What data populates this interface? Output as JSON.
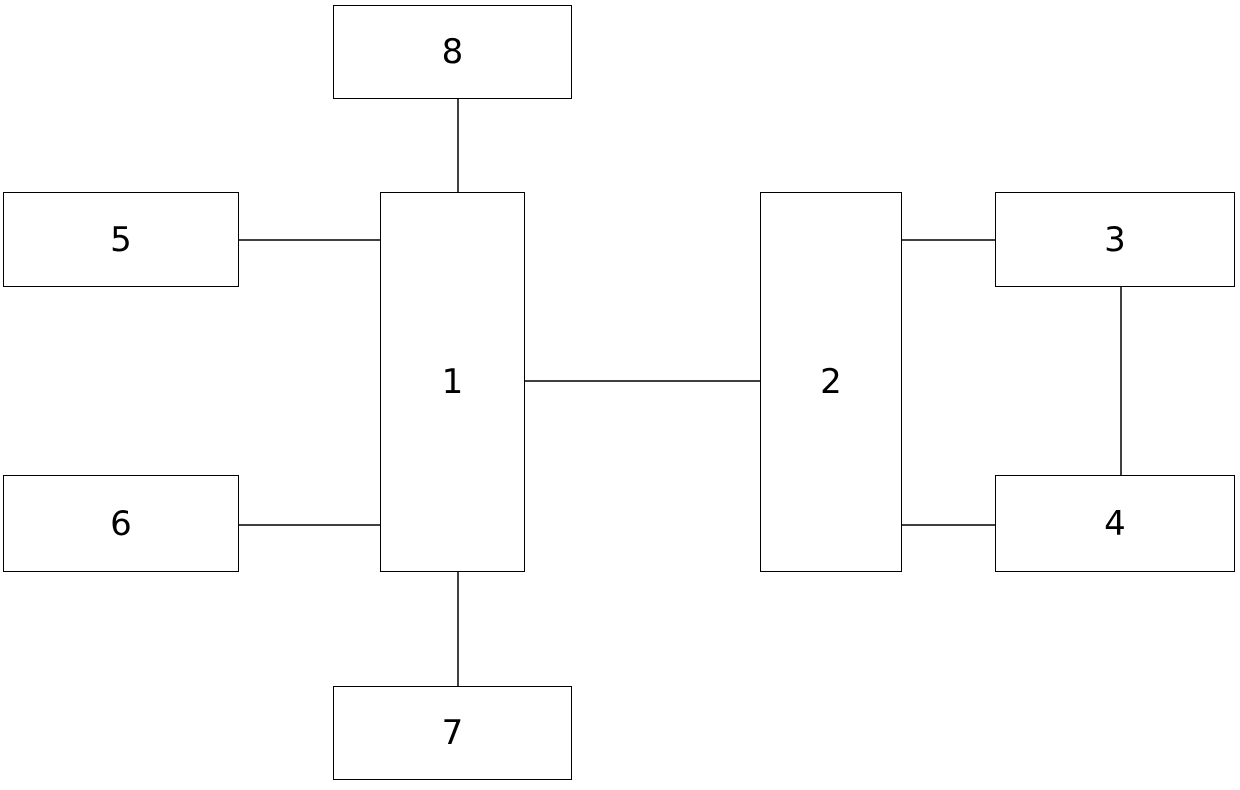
{
  "diagram": {
    "blocks": [
      {
        "id": "b1",
        "label": "1"
      },
      {
        "id": "b2",
        "label": "2"
      },
      {
        "id": "b3",
        "label": "3"
      },
      {
        "id": "b4",
        "label": "4"
      },
      {
        "id": "b5",
        "label": "5"
      },
      {
        "id": "b6",
        "label": "6"
      },
      {
        "id": "b7",
        "label": "7"
      },
      {
        "id": "b8",
        "label": "8"
      }
    ],
    "connections": [
      {
        "from": "8",
        "to": "1"
      },
      {
        "from": "5",
        "to": "1"
      },
      {
        "from": "6",
        "to": "1"
      },
      {
        "from": "7",
        "to": "1"
      },
      {
        "from": "1",
        "to": "2"
      },
      {
        "from": "2",
        "to": "3"
      },
      {
        "from": "2",
        "to": "4"
      },
      {
        "from": "3",
        "to": "4"
      }
    ],
    "colors": {
      "line": "#000000",
      "background": "#ffffff"
    }
  }
}
